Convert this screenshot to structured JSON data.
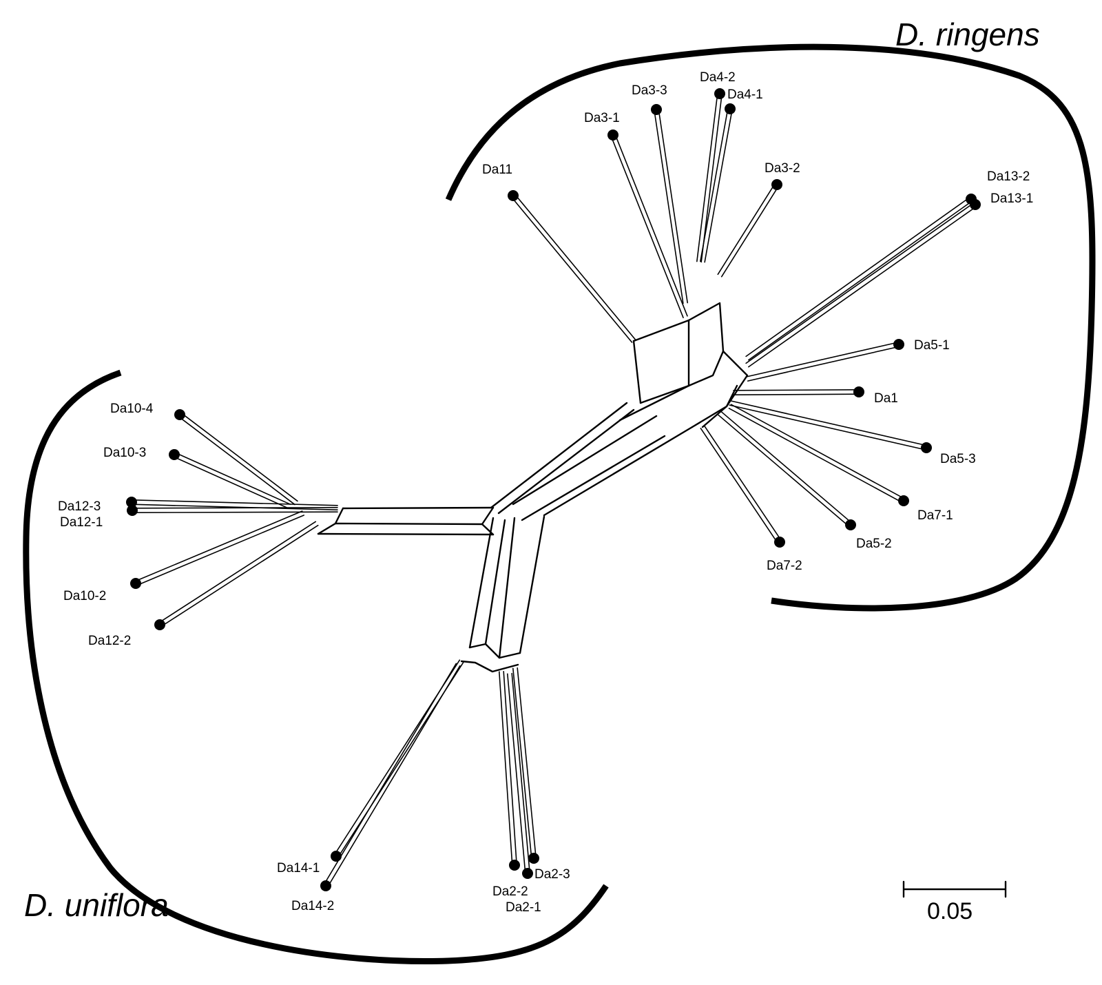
{
  "groups": {
    "ringens": "D. ringens",
    "uniflora": "D. uniflora"
  },
  "scale_bar": {
    "label": "0.05"
  },
  "tips": [
    {
      "id": "Da4-2",
      "label": "Da4-2"
    },
    {
      "id": "Da4-1",
      "label": "Da4-1"
    },
    {
      "id": "Da3-3",
      "label": "Da3-3"
    },
    {
      "id": "Da3-1",
      "label": "Da3-1"
    },
    {
      "id": "Da3-2",
      "label": "Da3-2"
    },
    {
      "id": "Da11",
      "label": "Da11"
    },
    {
      "id": "Da13-2",
      "label": "Da13-2"
    },
    {
      "id": "Da13-1",
      "label": "Da13-1"
    },
    {
      "id": "Da5-1",
      "label": "Da5-1"
    },
    {
      "id": "Da1",
      "label": "Da1"
    },
    {
      "id": "Da5-3",
      "label": "Da5-3"
    },
    {
      "id": "Da7-1",
      "label": "Da7-1"
    },
    {
      "id": "Da5-2",
      "label": "Da5-2"
    },
    {
      "id": "Da7-2",
      "label": "Da7-2"
    },
    {
      "id": "Da10-4",
      "label": "Da10-4"
    },
    {
      "id": "Da10-3",
      "label": "Da10-3"
    },
    {
      "id": "Da12-3",
      "label": "Da12-3"
    },
    {
      "id": "Da12-1",
      "label": "Da12-1"
    },
    {
      "id": "Da10-2",
      "label": "Da10-2"
    },
    {
      "id": "Da12-2",
      "label": "Da12-2"
    },
    {
      "id": "Da14-1",
      "label": "Da14-1"
    },
    {
      "id": "Da14-2",
      "label": "Da14-2"
    },
    {
      "id": "Da2-2",
      "label": "Da2-2"
    },
    {
      "id": "Da2-3",
      "label": "Da2-3"
    },
    {
      "id": "Da2-1",
      "label": "Da2-1"
    }
  ]
}
